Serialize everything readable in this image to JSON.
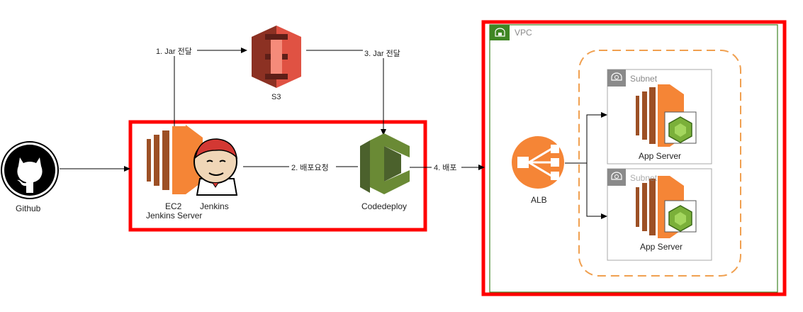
{
  "nodes": {
    "github": {
      "label": "Github"
    },
    "s3": {
      "label": "S3"
    },
    "ec2": {
      "label": "EC2"
    },
    "ec2_role": {
      "label": "Jenkins Server"
    },
    "jenkins": {
      "label": "Jenkins"
    },
    "codedeploy": {
      "label": "Codedeploy"
    },
    "alb": {
      "label": "ALB"
    },
    "vpc": {
      "label": "VPC"
    },
    "subnet1": {
      "label": "Subnet"
    },
    "subnet2": {
      "label": "Subnet"
    },
    "app1": {
      "label": "App Server"
    },
    "app2": {
      "label": "App Server"
    }
  },
  "edges": {
    "e1": {
      "label": "1. Jar 전달"
    },
    "e2": {
      "label": "2. 배포요청"
    },
    "e3": {
      "label": "3. Jar 전달"
    },
    "e4": {
      "label": "4. 배포"
    }
  },
  "colors": {
    "highlight": "#ff0000",
    "vpc_border": "#3f8624",
    "subnet_group": "#f0a050",
    "ec2_orange": "#f58536",
    "ec2_dark": "#9d5025",
    "s3_red": "#e05243",
    "s3_dark": "#8c3123",
    "codedeploy_green": "#6a8a35",
    "codedeploy_dark": "#4b612c"
  }
}
